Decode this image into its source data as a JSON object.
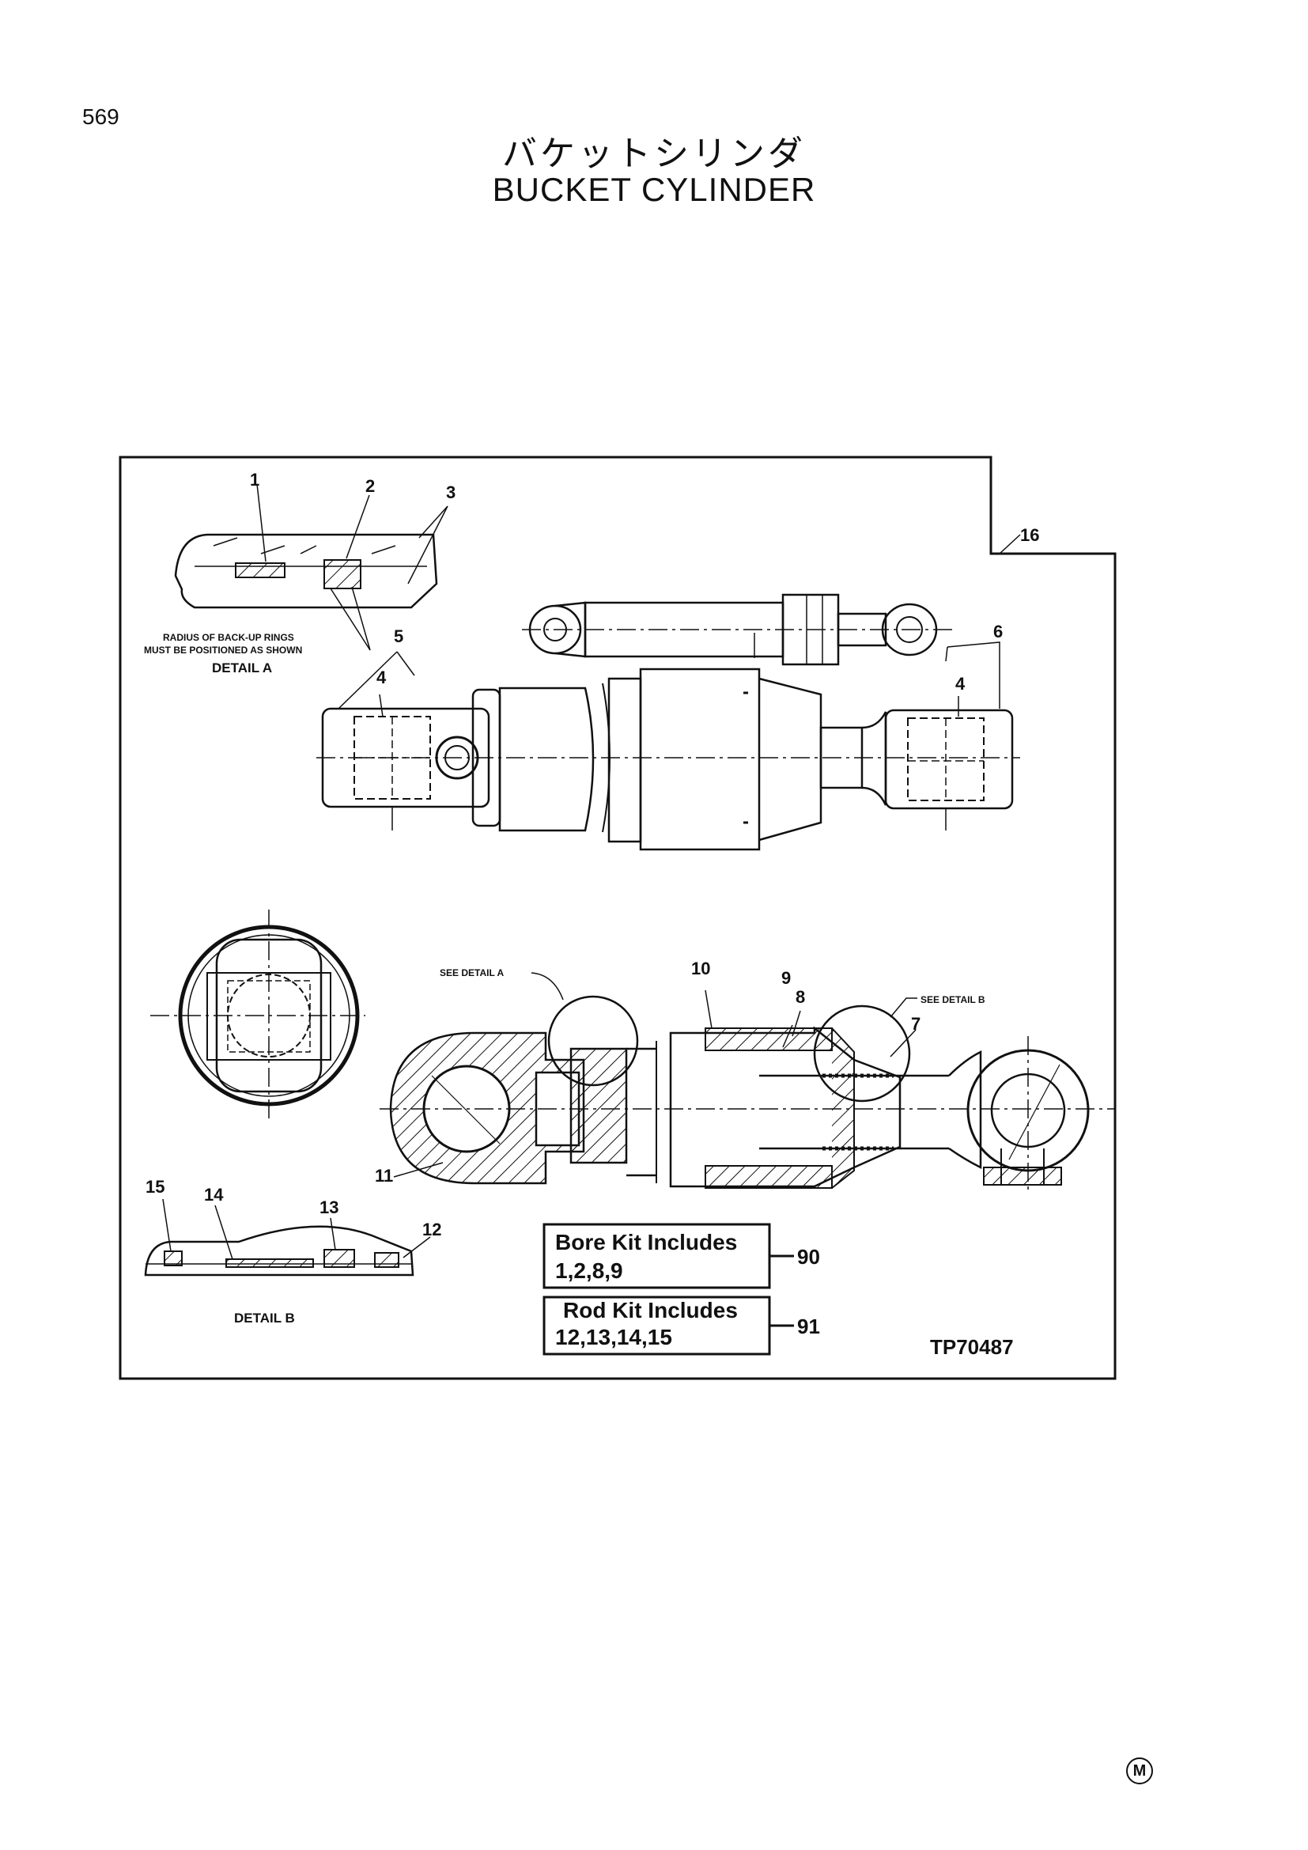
{
  "page_number": "569",
  "title_jp": "バケットシリンダ",
  "title_en": "BUCKET CYLINDER",
  "callouts": {
    "c1": "1",
    "c2": "2",
    "c3": "3",
    "c4a": "4",
    "c4b": "4",
    "c5": "5",
    "c6": "6",
    "c7": "7",
    "c8": "8",
    "c9": "9",
    "c10": "10",
    "c11": "11",
    "c12": "12",
    "c13": "13",
    "c14": "14",
    "c15": "15",
    "c16": "16"
  },
  "notes": {
    "radius_line1": "RADIUS OF BACK-UP RINGS",
    "radius_line2": "MUST BE POSITIONED AS SHOWN",
    "detail_a": "DETAIL A",
    "detail_b": "DETAIL B",
    "see_detail_a": "SEE DETAIL A",
    "see_detail_b": "SEE DETAIL B"
  },
  "kits": {
    "bore_title": "Bore Kit Includes",
    "bore_items": "1,2,8,9",
    "bore_number": "90",
    "rod_title": "Rod Kit Includes",
    "rod_items": "12,13,14,15",
    "rod_number": "91"
  },
  "figure_ref": "TP70487",
  "corner_mark": "M"
}
